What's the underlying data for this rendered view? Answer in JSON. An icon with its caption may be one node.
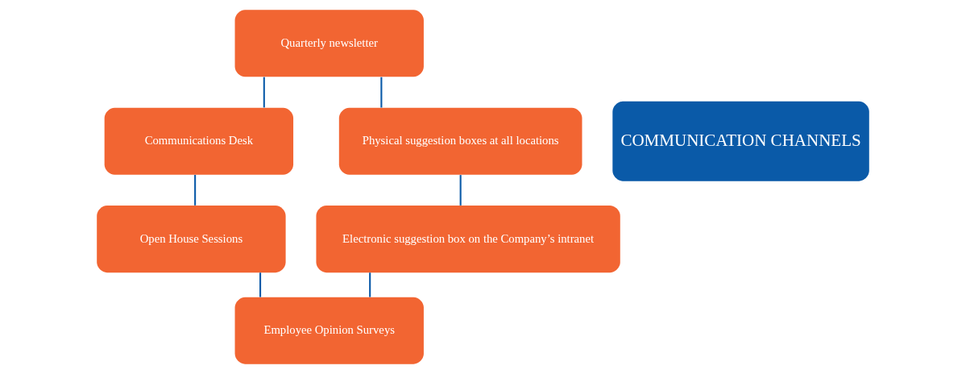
{
  "diagram": {
    "nodes": [
      {
        "text": [
          "Quarterly newsletter"
        ]
      },
      {
        "text": [
          "Physical suggestion boxes at all locations"
        ]
      },
      {
        "text": [
          "COMMUNICATION CHANNELS"
        ]
      },
      {
        "text": [
          "Communications Desk"
        ]
      },
      {
        "text": [
          "Electronic suggestion box on the Company’s intranet"
        ]
      },
      {
        "text": [
          "Open House Sessions"
        ]
      },
      {
        "text": [
          "Employee Opinion Surveys"
        ]
      }
    ],
    "edges": [
      {
        "from": 0,
        "to": 3,
        "arrow": "none"
      },
      {
        "from": 3,
        "to": 5,
        "arrow": "none"
      },
      {
        "from": 5,
        "to": 6,
        "arrow": "none"
      },
      {
        "from": 6,
        "to": 4,
        "arrow": "none"
      },
      {
        "from": 4,
        "to": 1,
        "arrow": "none"
      },
      {
        "from": 1,
        "to": 0,
        "arrow": "none"
      }
    ]
  }
}
